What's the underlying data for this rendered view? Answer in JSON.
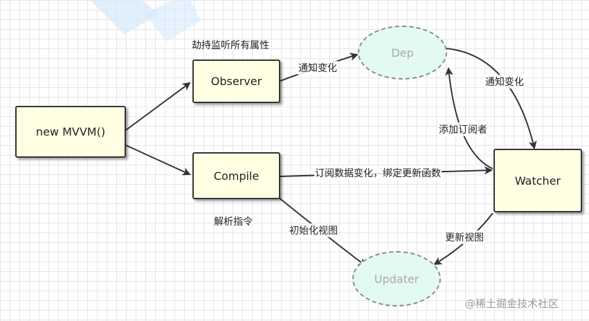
{
  "nodes": {
    "mvvm": "new MVVM()",
    "observer": "Observer",
    "compile": "Compile",
    "dep": "Dep",
    "watcher": "Watcher",
    "updater": "Updater"
  },
  "labels": {
    "hijack": "劫持监听所有属性",
    "notify_left": "通知变化",
    "notify_right": "通知变化",
    "add_subscriber": "添加订阅者",
    "subscribe": "订阅数据变化，绑定更新函数",
    "parse": "解析指令",
    "init_view": "初始化视图",
    "update_view": "更新视图"
  },
  "watermark": "@稀土掘金技术社区",
  "colors": {
    "box_fill": "#ffffe3",
    "ellipse_fill": "#e3faf1",
    "logo_blue": "#cfe6fa"
  }
}
